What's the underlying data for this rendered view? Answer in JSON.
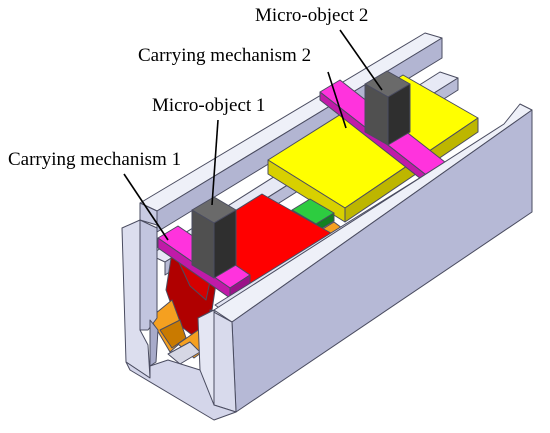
{
  "labels": {
    "micro_object_2": "Micro-object 2",
    "carrying_mechanism_2": "Carrying mechanism 2",
    "micro_object_1": "Micro-object 1",
    "carrying_mechanism_1": "Carrying mechanism 1"
  },
  "colors": {
    "frame_light": "#e7e9f5",
    "frame_mid": "#c6c9e2",
    "frame_dark": "#9a9dbd",
    "frame_edge": "#5a5c70",
    "stage_yellow": "#ffff00",
    "stage_yellow_dark": "#cfc800",
    "stage_red": "#ff0000",
    "stage_red_dark": "#b20000",
    "carrier_magenta": "#ff33dd",
    "carrier_magenta_dark": "#c01aa8",
    "object_gray": "#555555",
    "object_gray_dark": "#2d2d2d",
    "green_part": "#22c33a",
    "orange_part": "#f5a020"
  }
}
